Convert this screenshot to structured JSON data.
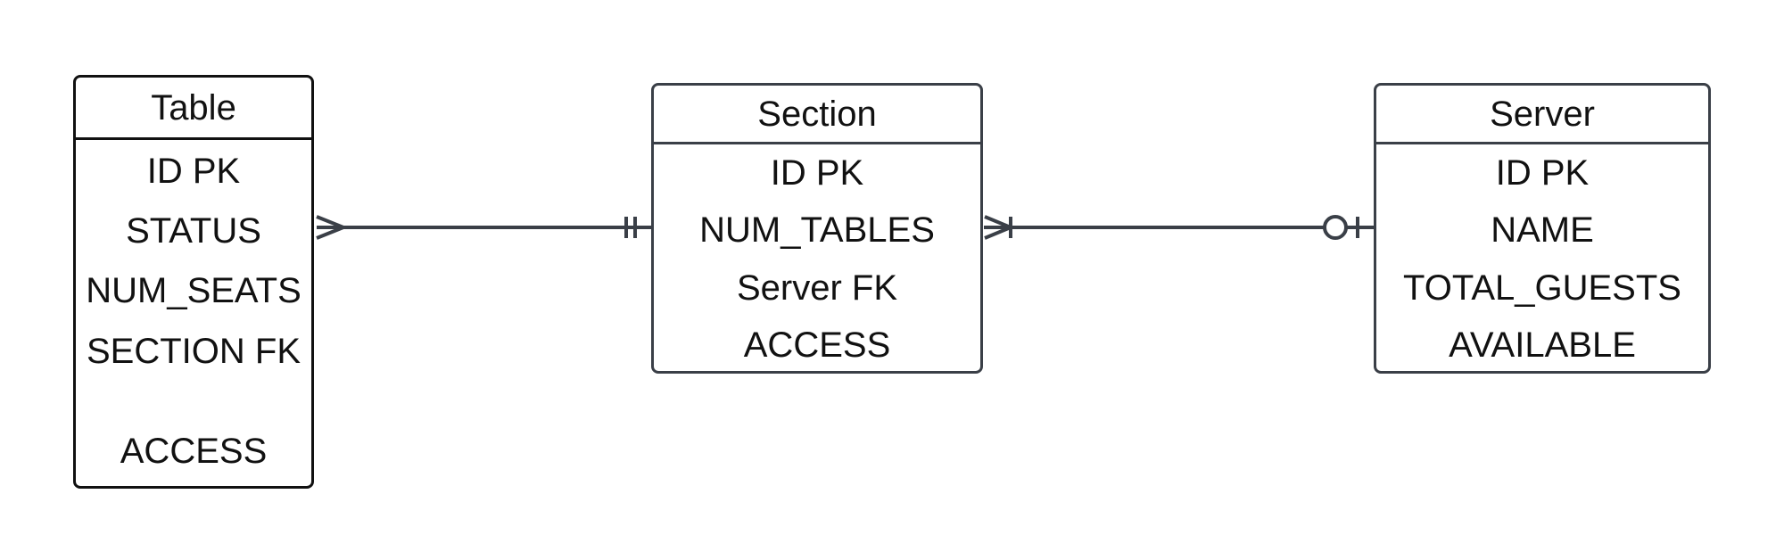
{
  "entities": {
    "table": {
      "name": "Table",
      "attributes": [
        "ID PK",
        "STATUS",
        "NUM_SEATS",
        "SECTION FK",
        "ACCESS"
      ]
    },
    "section": {
      "name": "Section",
      "attributes": [
        "ID PK",
        "NUM_TABLES",
        "Server FK",
        "ACCESS"
      ]
    },
    "server": {
      "name": "Server",
      "attributes": [
        "ID PK",
        "NAME",
        "TOTAL_GUESTS",
        "AVAILABLE"
      ]
    }
  },
  "relationships": [
    {
      "from": "Table",
      "to": "Section",
      "from_cardinality": "many",
      "to_cardinality": "exactly-one"
    },
    {
      "from": "Section",
      "to": "Server",
      "from_cardinality": "one-or-many",
      "to_cardinality": "zero-or-one"
    }
  ],
  "colors": {
    "line": "#3a3f47",
    "table_border": "#111111",
    "text": "#111111"
  }
}
